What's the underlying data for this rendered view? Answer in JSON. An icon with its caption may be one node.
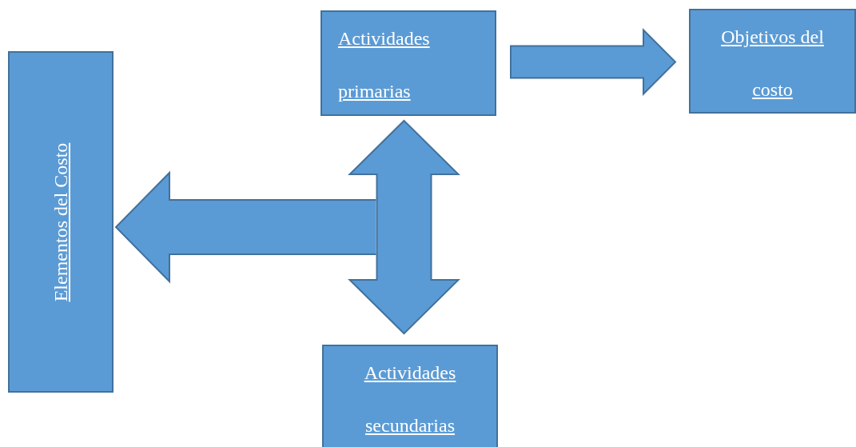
{
  "diagram": {
    "nodes": [
      {
        "text": [
          "Elementos del Costo"
        ]
      },
      {
        "text": [
          "Actividades primarias"
        ]
      },
      {
        "text": [
          "Objetivos del costo"
        ]
      },
      {
        "text": [
          "Actividades secundarias"
        ]
      }
    ],
    "edges": [
      {
        "from": 1,
        "to": 2,
        "arrow": "to"
      },
      {
        "from": 1,
        "to": 3,
        "arrow": "both"
      },
      {
        "from": null,
        "to": 0,
        "arrow": "to"
      }
    ]
  }
}
